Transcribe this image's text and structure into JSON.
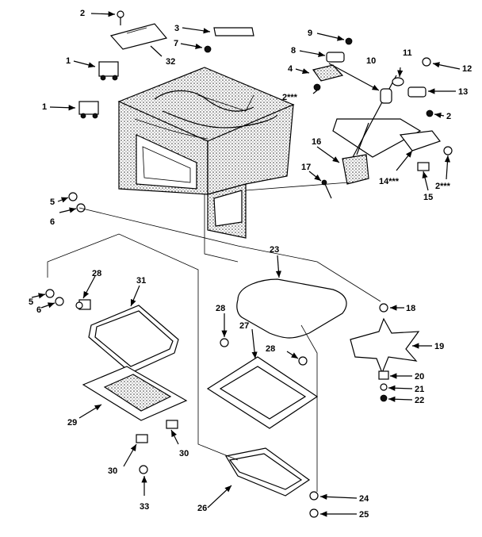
{
  "labels": {
    "p1a": "1",
    "p1b": "1",
    "p2a": "2",
    "p2b": "2***",
    "p2c": "2",
    "p2d": "2***",
    "p3": "3",
    "p4": "4",
    "p5a": "5",
    "p5b": "5",
    "p6a": "6",
    "p6b": "6",
    "p7": "7",
    "p8": "8",
    "p9": "9",
    "p10": "10",
    "p11": "11",
    "p12": "12",
    "p13": "13",
    "p14": "14***",
    "p15": "15",
    "p16": "16",
    "p17": "17",
    "p18": "18",
    "p19": "19",
    "p20": "20",
    "p21": "21",
    "p22": "22",
    "p23": "23",
    "p24": "24",
    "p25": "25",
    "p26": "26",
    "p27": "27",
    "p28a": "28",
    "p28b": "28",
    "p28c": "28",
    "p29": "29",
    "p30a": "30",
    "p30b": "30",
    "p31": "31",
    "p32": "32",
    "p33": "33"
  }
}
